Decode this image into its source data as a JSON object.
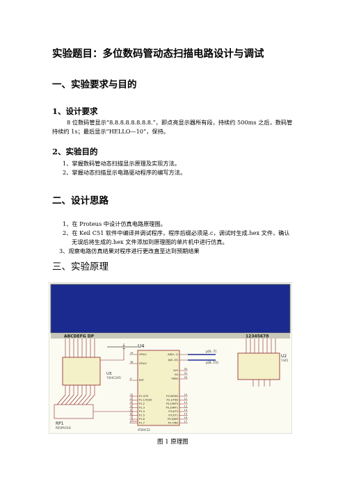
{
  "title": "实验题目：多位数码管动态扫描电路设计与调试",
  "sec1": {
    "heading": "一、实验要求与目的",
    "sub1": {
      "heading": "1、设计要求",
      "line1": "8 位数码管显示“8.8.8.8.8.8.8.8.”，即点亮显示器所有段，持续约 500ms 之后，数码管",
      "line2": "持续约 1s；最后显示“HELLO—10”，保持。"
    },
    "sub2": {
      "heading": "2、实验目的",
      "items": [
        "1、掌握数码管动态扫描显示原理及实现方法。",
        "2、掌握动态扫描显示电路驱动程序的编写方法。"
      ]
    }
  },
  "sec2": {
    "heading": "二、设计思路",
    "items": [
      "1、在 Proteus 中设计仿真电路原理图。",
      "2、在 Keil C51 软件中编译并调试程序，程序后缀必须是.c，调试时生成.hex 文件，确认",
      "无误后将生成的.hex 文件添加到原理图的单片机中进行仿真。",
      "3、观察电路仿真结果对程序进行更改直至达到预期结果"
    ]
  },
  "sec3": {
    "heading": "三、实验原理"
  },
  "figure": {
    "caption": "图 1  原理图",
    "display_left_label": "ABCDEFG DP",
    "display_right_label": "12345678",
    "u4": {
      "ref": "U4",
      "part": "AT89C52",
      "left_pins": [
        {
          "num": "19",
          "name": "XTAL1"
        },
        {
          "num": "18",
          "name": "XTAL2"
        },
        {
          "num": "9",
          "name": "RST"
        },
        {
          "num": "1",
          "name": "P1.0/T2"
        },
        {
          "num": "2",
          "name": "P1.1/T2EX"
        },
        {
          "num": "3",
          "name": "P1.2"
        },
        {
          "num": "4",
          "name": "P1.3"
        },
        {
          "num": "5",
          "name": "P1.4"
        },
        {
          "num": "6",
          "name": "P1.5"
        },
        {
          "num": "7",
          "name": "P1.6"
        },
        {
          "num": "8",
          "name": "P1.7"
        }
      ],
      "right_pins": [
        {
          "num": "",
          "name": "AD[0..7]"
        },
        {
          "num": "",
          "name": "A[8..15]"
        },
        {
          "num": "30",
          "name": "ALE"
        },
        {
          "num": "31",
          "name": "EA"
        },
        {
          "num": "29",
          "name": "PSEN"
        },
        {
          "num": "10",
          "name": "P3.0/RXD"
        },
        {
          "num": "11",
          "name": "P3.1/TXD"
        },
        {
          "num": "12",
          "name": "P3.2/INT0"
        },
        {
          "num": "13",
          "name": "P3.3/INT1"
        },
        {
          "num": "14",
          "name": "P3.4/T0"
        },
        {
          "num": "15",
          "name": "P3.5/T1"
        },
        {
          "num": "16",
          "name": "P3.6/WR"
        },
        {
          "num": "17",
          "name": "P3.7/RD"
        }
      ]
    },
    "u3": {
      "ref": "U3",
      "part": "74HC245"
    },
    "u2": {
      "ref": "U2",
      "part": "7445"
    },
    "rp1": {
      "ref": "RP1",
      "part": "RESPACK-8"
    },
    "bus1": "p[0..7]",
    "bus2": "p[8..15]"
  }
}
